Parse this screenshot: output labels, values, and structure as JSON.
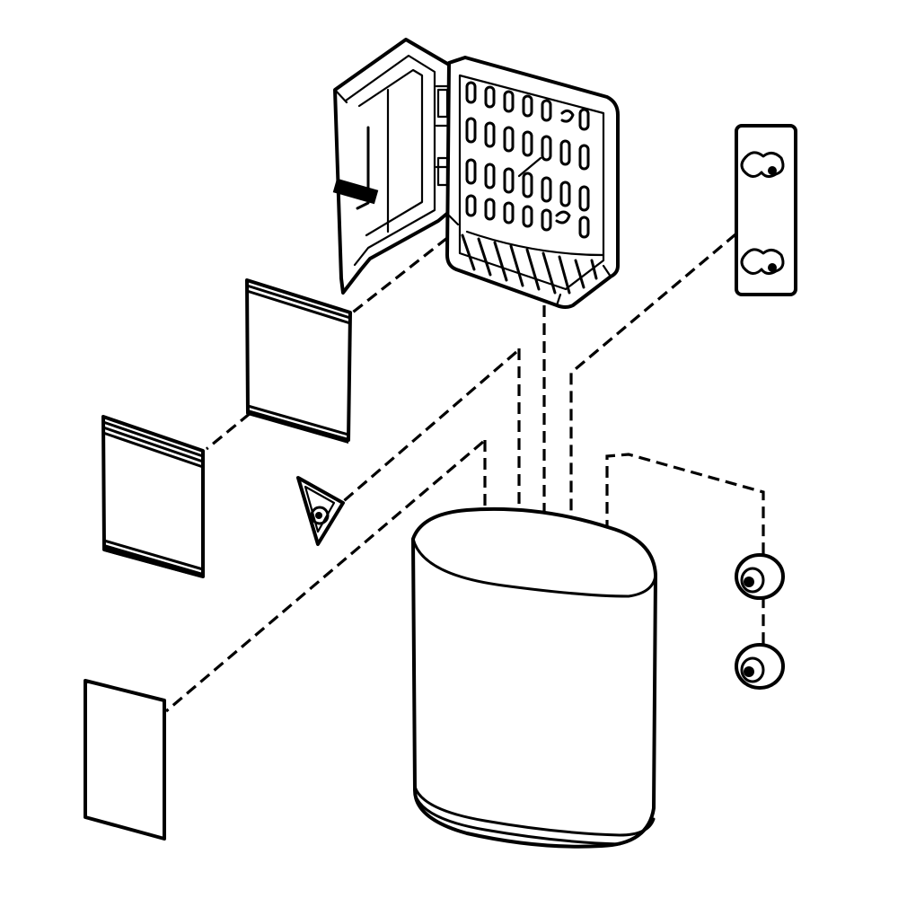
{
  "diagram": {
    "colors": {
      "line": "#000000",
      "background": "#ffffff"
    },
    "parts": [
      {
        "id": "hinged-cap-open",
        "icon": "hinged-cap-icon"
      },
      {
        "id": "mounting-bracket",
        "icon": "bracket-icon"
      },
      {
        "id": "panel-upper",
        "icon": "panel-icon"
      },
      {
        "id": "panel-lower",
        "icon": "panel-icon"
      },
      {
        "id": "triangle-clip",
        "icon": "clip-icon"
      },
      {
        "id": "sheet-insert",
        "icon": "sheet-icon"
      },
      {
        "id": "oval-container",
        "icon": "container-icon"
      },
      {
        "id": "round-fastener-upper",
        "icon": "fastener-icon"
      },
      {
        "id": "round-fastener-lower",
        "icon": "fastener-icon"
      }
    ]
  }
}
